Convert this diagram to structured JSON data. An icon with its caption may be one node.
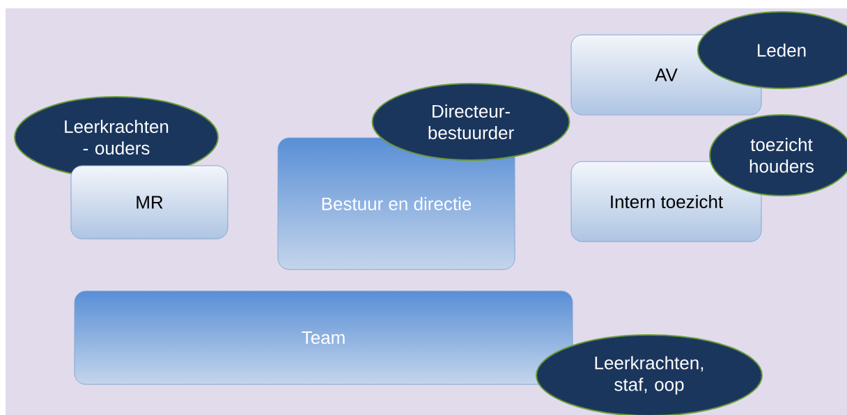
{
  "diagram": {
    "nodes": [
      {
        "text": [
          "AV"
        ]
      },
      {
        "text": [
          "Leden"
        ]
      },
      {
        "text": [
          "Leerkrachten - ouders"
        ]
      },
      {
        "text": [
          "MR"
        ]
      },
      {
        "text": [
          "Bestuur en directie"
        ]
      },
      {
        "text": [
          "Directeur-bestuurder"
        ]
      },
      {
        "text": [
          "Intern toezicht"
        ]
      },
      {
        "text": [
          "toezicht houders"
        ]
      },
      {
        "text": [
          "Team"
        ]
      },
      {
        "text": [
          "Leerkrachten, staf, oop"
        ]
      }
    ]
  }
}
